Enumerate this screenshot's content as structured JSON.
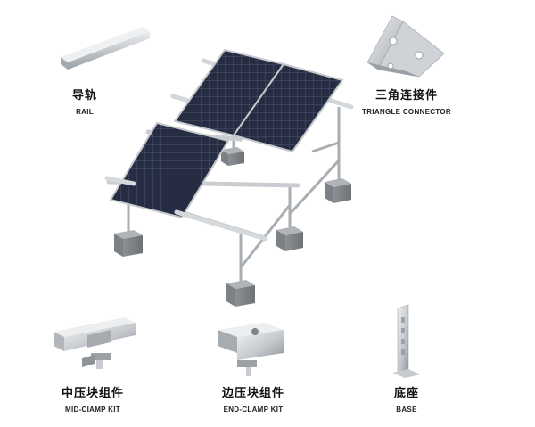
{
  "labels": {
    "rail": {
      "cn": "导轨",
      "en": "RAIL"
    },
    "triangle_connector": {
      "cn": "三角连接件",
      "en": "TRIANGLE CONNECTOR"
    },
    "mid_clamp": {
      "cn": "中压块组件",
      "en": "MID-CIAMP KIT"
    },
    "end_clamp": {
      "cn": "边压块组件",
      "en": "END-CLAMP KIT"
    },
    "base": {
      "cn": "底座",
      "en": "BASE"
    }
  },
  "colors": {
    "metal_light": "#d9dcdf",
    "metal_mid": "#b5b9bd",
    "metal_dark": "#8d9297",
    "panel_cell": "#2a3148",
    "panel_line": "#5c6580",
    "concrete": "#9a9ea2"
  }
}
